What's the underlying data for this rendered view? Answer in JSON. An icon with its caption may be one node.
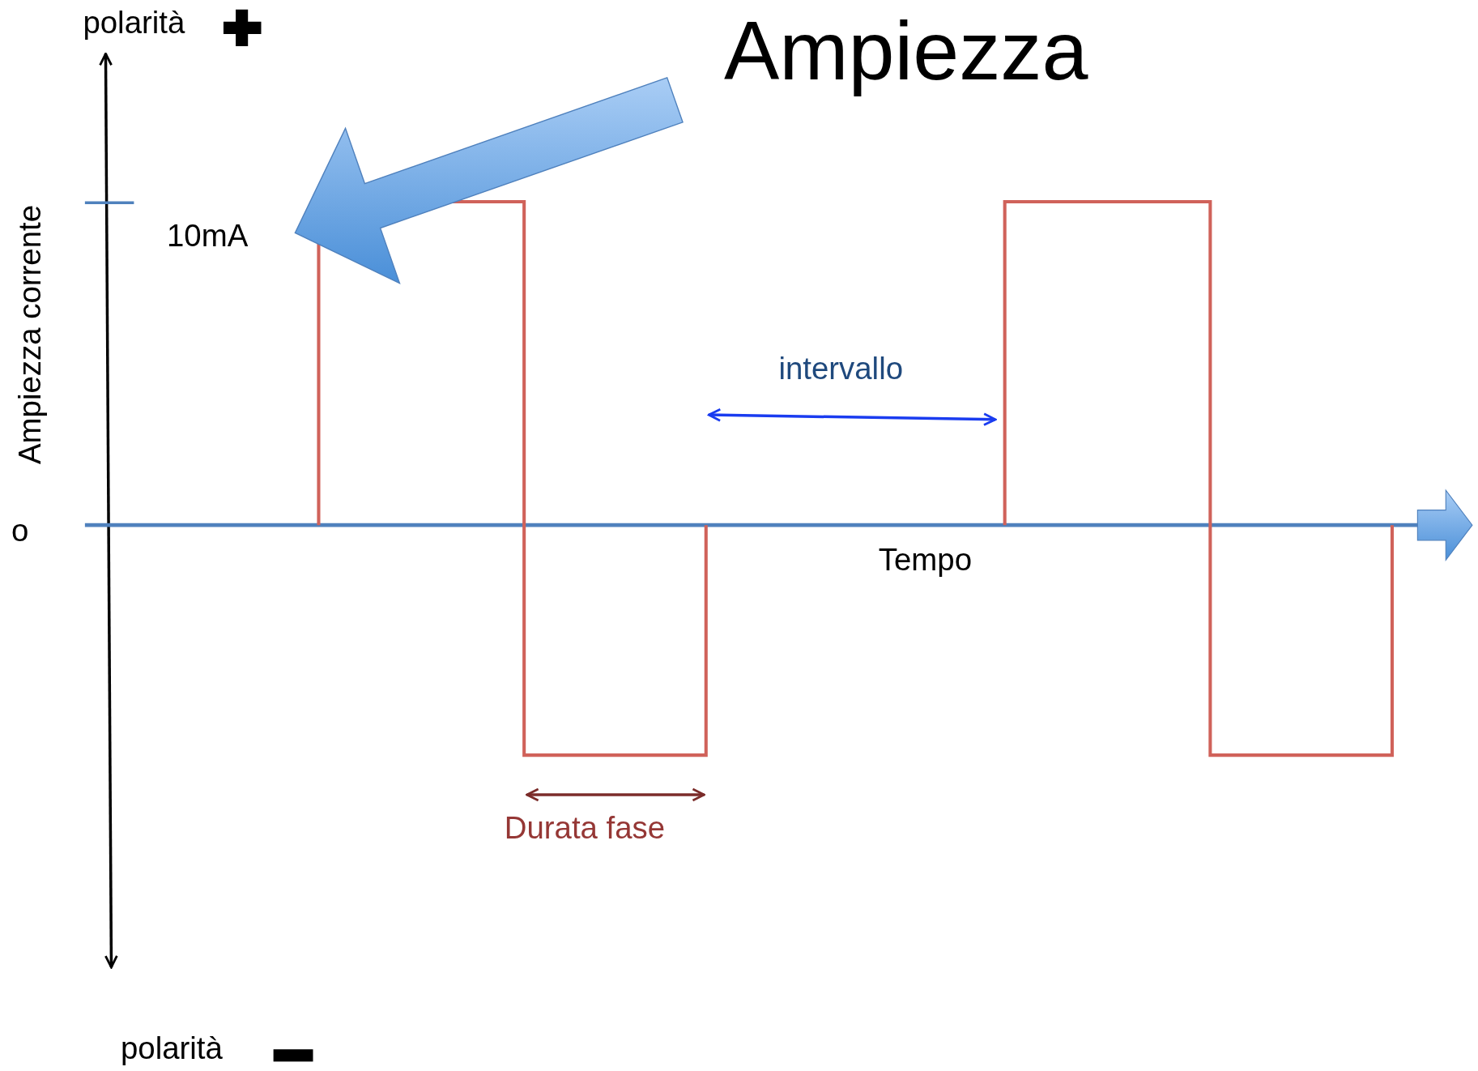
{
  "diagram": {
    "nodes": [
      {
        "text": [
          "Ampiezza"
        ]
      },
      {
        "text": [],
        "shape": "picture"
      }
    ],
    "edges": [
      {
        "from": 0,
        "to": 1,
        "arrow": "to"
      }
    ],
    "labels": [
      "polarità",
      "Ampiezza corrente",
      "10mA",
      "intervallo",
      "o",
      "Tempo",
      "Durata fase",
      "polarità"
    ]
  }
}
